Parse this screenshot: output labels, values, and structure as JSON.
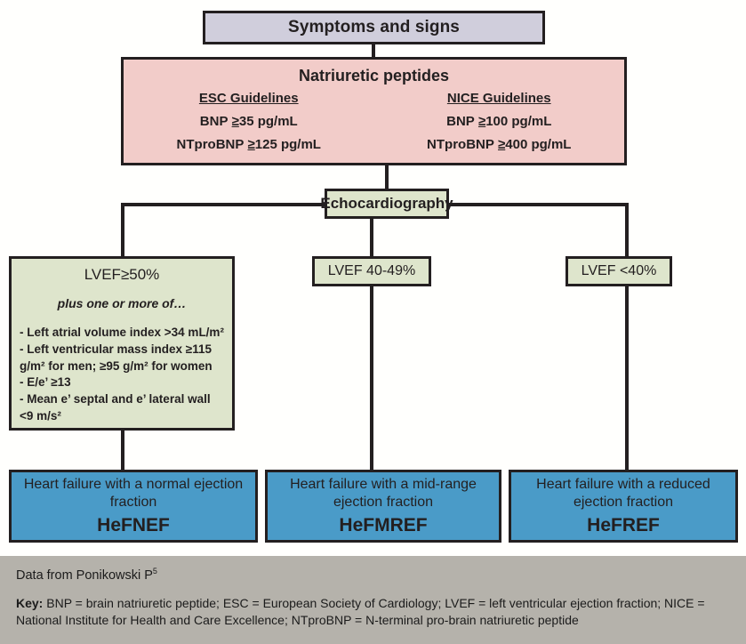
{
  "diagram": {
    "title": "Diagnostic algorithm for heart failure phenotypes",
    "colors": {
      "symptoms_fill": "#d0cedc",
      "peptides_fill": "#f2ccc9",
      "echo_fill": "#dee5cc",
      "lvef_fill": "#dee5cc",
      "outcome_fill": "#4a9bc8",
      "stroke": "#231f20",
      "footer_bg": "#b5b2ab",
      "canvas_bg": "#fffffd"
    },
    "symptoms": {
      "label": "Symptoms and signs"
    },
    "peptides": {
      "title": "Natriuretic peptides",
      "columns": [
        {
          "heading": "ESC Guidelines",
          "rows": [
            {
              "analyte": "BNP",
              "operator": "≥",
              "value": "35",
              "units": "pg/mL"
            },
            {
              "analyte": "NTproBNP",
              "operator": "≥",
              "value": "125",
              "units": "pg/mL"
            }
          ]
        },
        {
          "heading": "NICE Guidelines",
          "rows": [
            {
              "analyte": "BNP",
              "operator": "≥",
              "value": "100",
              "units": "pg/mL"
            },
            {
              "analyte": "NTproBNP",
              "operator": "≥",
              "value": "400",
              "units": "pg/mL"
            }
          ]
        }
      ]
    },
    "echo": {
      "label": "Echocardiography"
    },
    "branches": [
      {
        "id": "preserved",
        "lvef_label": "LVEF≥50%",
        "sub_label": "plus one or more of…",
        "criteria": [
          "- Left atrial volume index >34 mL/m²",
          "- Left ventricular mass index ≥115",
          "g/m² for men; ≥95 g/m² for women",
          "- E/e’ ≥13",
          "- Mean e’ septal and e’ lateral wall",
          "<9 m/s²"
        ],
        "outcome_desc": "Heart failure with a normal ejection fraction",
        "outcome_abbr": "HeFNEF"
      },
      {
        "id": "midrange",
        "lvef_label": "LVEF 40-49%",
        "sub_label": "",
        "criteria": [],
        "outcome_desc": "Heart failure with a mid-range ejection fraction",
        "outcome_abbr": "HeFMREF"
      },
      {
        "id": "reduced",
        "lvef_label": "LVEF <40%",
        "sub_label": "",
        "criteria": [],
        "outcome_desc": "Heart failure with a reduced ejection fraction",
        "outcome_abbr": "HeFREF"
      }
    ]
  },
  "footer": {
    "source_prefix": "Data from Ponikowski P",
    "source_ref": "5",
    "key_label": "Key:",
    "key_text": " BNP = brain natriuretic peptide; ESC = European Society of Cardiology; LVEF = left ventricular ejection fraction; NICE = National Institute for Health and Care Excellence; NTproBNP = N-terminal pro-brain natriuretic peptide"
  }
}
